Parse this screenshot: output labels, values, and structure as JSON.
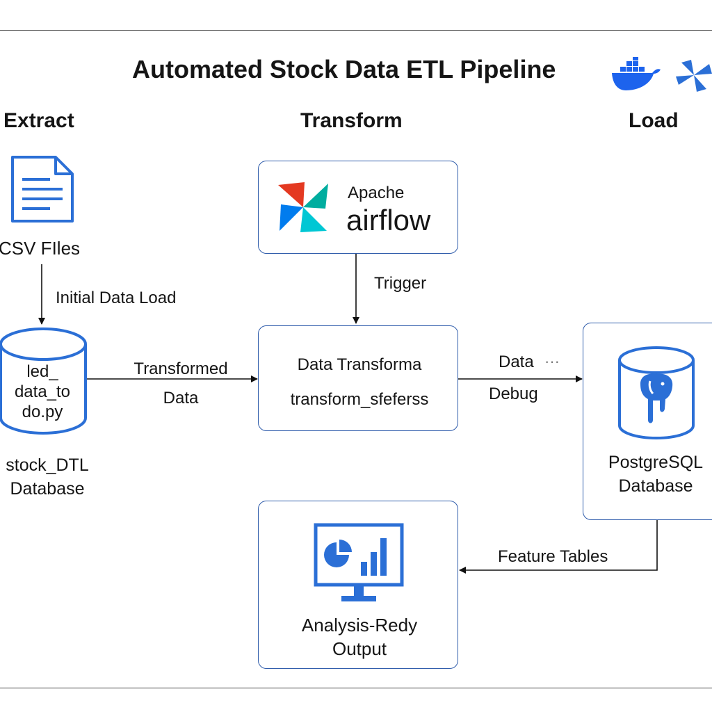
{
  "title": "Automated Stock Data ETL Pipeline",
  "header_icons": [
    "docker-whale-icon",
    "airflow-pinwheel-icon"
  ],
  "sections": {
    "extract": "Extract",
    "transform": "Transform",
    "load": "Load"
  },
  "extract": {
    "csv_label": "CSV FIles",
    "edge_initial": "Initial Data Load",
    "db_text": [
      "led_",
      "data_to",
      "do.py"
    ],
    "db_caption": [
      "stock_DTL",
      "Database"
    ],
    "edge_transformed": [
      "Transformed",
      "Data"
    ]
  },
  "transform": {
    "airflow_apache": "Apache",
    "airflow_name": "airflow",
    "edge_trigger": "Trigger",
    "box_line1": "Data Transforma",
    "box_line2": "transform_sfeferss",
    "edge_data": [
      "Data",
      "Debug"
    ],
    "edge_data_dots": "···"
  },
  "load": {
    "db_caption": [
      "PostgreSQL",
      "Database"
    ],
    "edge_feature": "Feature Tables"
  },
  "output": {
    "label": [
      "Analysis-Redy",
      "Output"
    ]
  },
  "colors": {
    "accent": "#2f5cab",
    "icon_blue": "#2b6fd6",
    "docker": "#1d63ed",
    "airflow_red": "#e43921",
    "airflow_teal": "#00ad9f",
    "airflow_blue": "#017cee",
    "airflow_cyan": "#00c7d4"
  }
}
